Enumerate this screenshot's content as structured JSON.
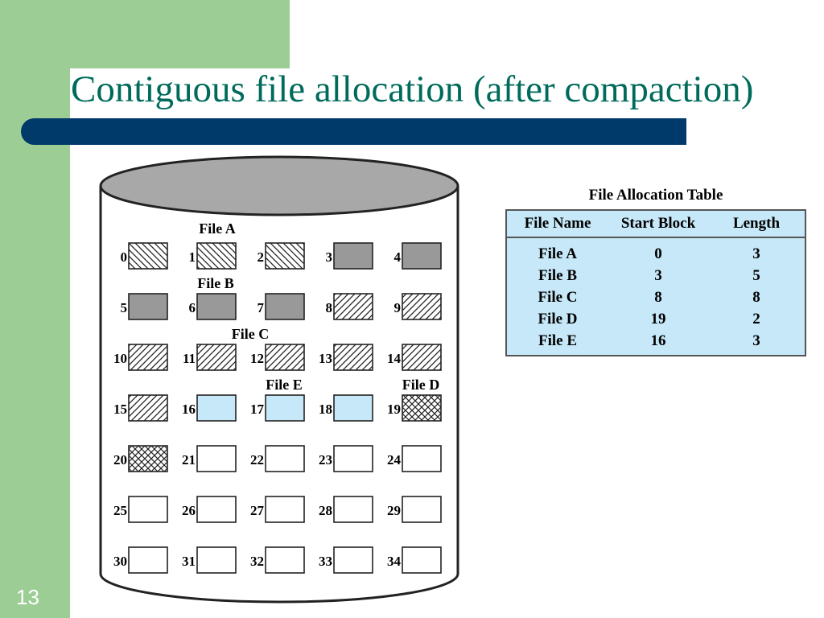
{
  "slide": {
    "title": "Contiguous file allocation (after compaction)",
    "number": "13"
  },
  "disk": {
    "file_labels": [
      "File A",
      "File B",
      "File C",
      "File E",
      "File D"
    ],
    "blocks": [
      {
        "n": "0",
        "fill": "A"
      },
      {
        "n": "1",
        "fill": "A"
      },
      {
        "n": "2",
        "fill": "A"
      },
      {
        "n": "3",
        "fill": "B"
      },
      {
        "n": "4",
        "fill": "B"
      },
      {
        "n": "5",
        "fill": "B"
      },
      {
        "n": "6",
        "fill": "B"
      },
      {
        "n": "7",
        "fill": "B"
      },
      {
        "n": "8",
        "fill": "C"
      },
      {
        "n": "9",
        "fill": "C"
      },
      {
        "n": "10",
        "fill": "C"
      },
      {
        "n": "11",
        "fill": "C"
      },
      {
        "n": "12",
        "fill": "C"
      },
      {
        "n": "13",
        "fill": "C"
      },
      {
        "n": "14",
        "fill": "C"
      },
      {
        "n": "15",
        "fill": "C"
      },
      {
        "n": "16",
        "fill": "E"
      },
      {
        "n": "17",
        "fill": "E"
      },
      {
        "n": "18",
        "fill": "E"
      },
      {
        "n": "19",
        "fill": "D"
      },
      {
        "n": "20",
        "fill": "D"
      },
      {
        "n": "21",
        "fill": "free"
      },
      {
        "n": "22",
        "fill": "free"
      },
      {
        "n": "23",
        "fill": "free"
      },
      {
        "n": "24",
        "fill": "free"
      },
      {
        "n": "25",
        "fill": "free"
      },
      {
        "n": "26",
        "fill": "free"
      },
      {
        "n": "27",
        "fill": "free"
      },
      {
        "n": "28",
        "fill": "free"
      },
      {
        "n": "29",
        "fill": "free"
      },
      {
        "n": "30",
        "fill": "free"
      },
      {
        "n": "31",
        "fill": "free"
      },
      {
        "n": "32",
        "fill": "free"
      },
      {
        "n": "33",
        "fill": "free"
      },
      {
        "n": "34",
        "fill": "free"
      }
    ],
    "colors": {
      "B": "#999999",
      "E": "#c6e8f8",
      "free": "#ffffff",
      "cylinder_top": "#a8a8a8"
    }
  },
  "fat": {
    "title": "File Allocation Table",
    "headers": [
      "File Name",
      "Start Block",
      "Length"
    ],
    "rows": [
      [
        "File A",
        "0",
        "3"
      ],
      [
        "File B",
        "3",
        "5"
      ],
      [
        "File C",
        "8",
        "8"
      ],
      [
        "File D",
        "19",
        "2"
      ],
      [
        "File E",
        "16",
        "3"
      ]
    ]
  }
}
